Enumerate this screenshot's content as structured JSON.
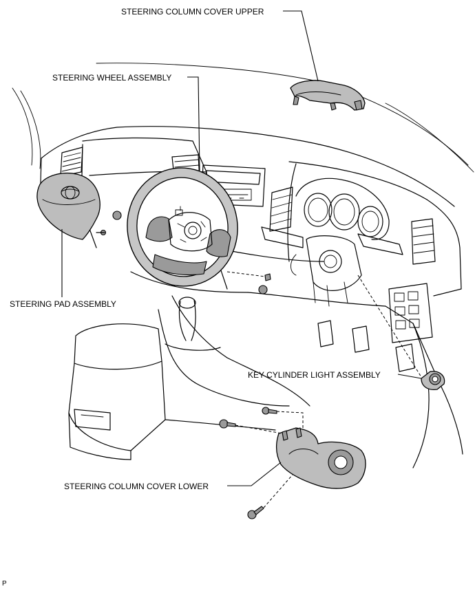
{
  "labels": {
    "column_cover_upper": "STEERING COLUMN COVER UPPER",
    "steering_wheel": "STEERING WHEEL ASSEMBLY",
    "steering_pad": "STEERING PAD ASSEMBLY",
    "key_cylinder_light": "KEY CYLINDER LIGHT ASSEMBLY",
    "column_cover_lower": "STEERING COLUMN COVER LOWER"
  },
  "footer_code": "P"
}
